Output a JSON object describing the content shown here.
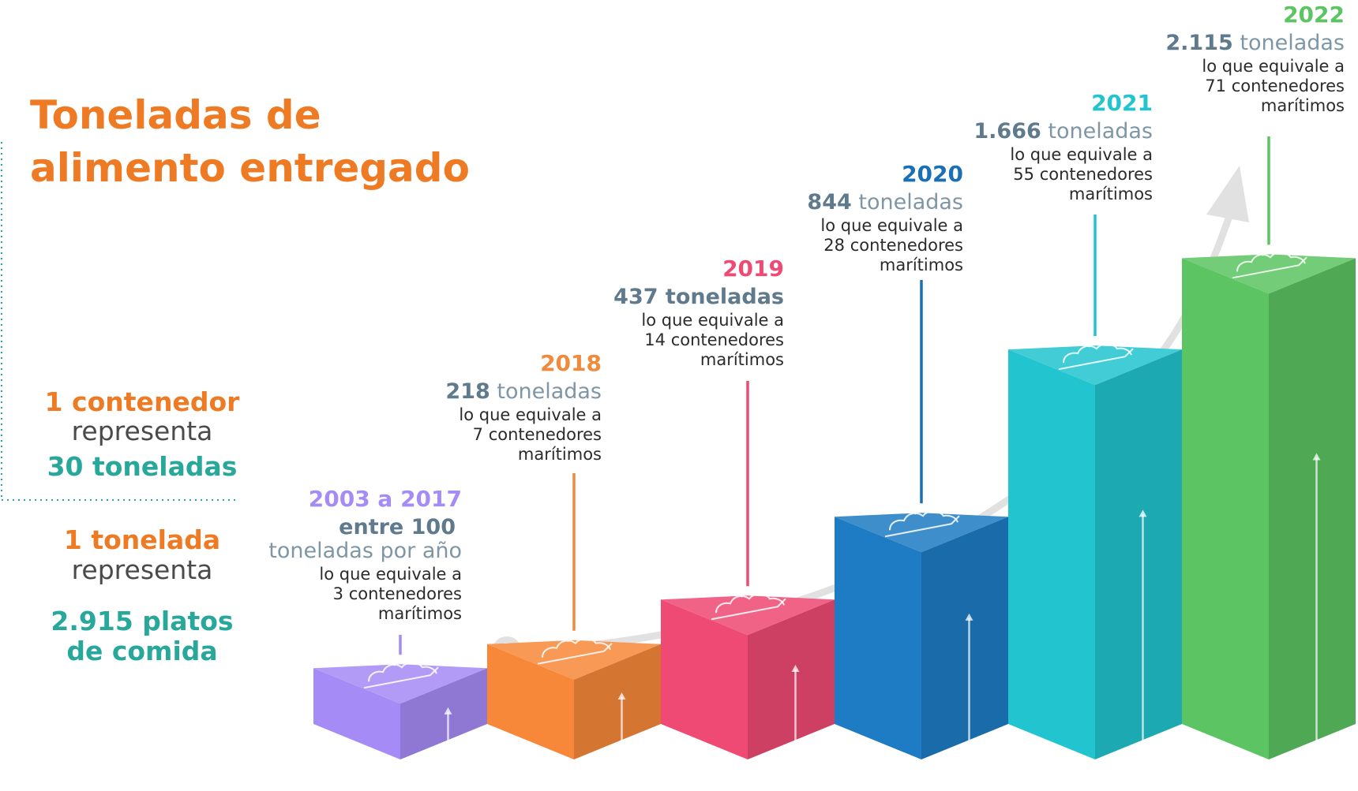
{
  "chart_data": {
    "type": "bar",
    "title": "Toneladas de alimento entregado",
    "categories": [
      "2003 a 2017",
      "2018",
      "2019",
      "2020",
      "2021",
      "2022"
    ],
    "values": [
      100,
      218,
      437,
      844,
      1666,
      2115
    ],
    "unit": "toneladas",
    "containers": [
      3,
      7,
      14,
      28,
      55,
      71
    ],
    "colors": [
      "#A58BF5",
      "#F7883A",
      "#EE4A74",
      "#1E7CC4",
      "#22C4CF",
      "#5CC462"
    ],
    "label_colors": [
      "#A58BF5",
      "#F08A3C",
      "#EE4A74",
      "#1A6FB5",
      "#22C4CF",
      "#5CC462"
    ],
    "labels": [
      {
        "year": "2003 a 2017",
        "tonnage_value": "entre 100",
        "tonnage_unit": "toneladas por año",
        "eq_lines": [
          "lo que equivale a",
          "3 contenedores",
          "marítimos"
        ]
      },
      {
        "year": "2018",
        "tonnage_value": "218",
        "tonnage_unit": "toneladas",
        "eq_lines": [
          "lo que equivale a",
          "7 contenedores",
          "marítimos"
        ]
      },
      {
        "year": "2019",
        "tonnage_value": "437 toneladas",
        "tonnage_unit": "",
        "eq_lines": [
          "lo que equivale a",
          "14 contenedores",
          "marítimos"
        ]
      },
      {
        "year": "2020",
        "tonnage_value": "844",
        "tonnage_unit": "toneladas",
        "eq_lines": [
          "lo que equivale a",
          "28 contenedores",
          "marítimos"
        ]
      },
      {
        "year": "2021",
        "tonnage_value": "1.666",
        "tonnage_unit": "toneladas",
        "eq_lines": [
          "lo que equivale a",
          "55 contenedores",
          "marítimos"
        ]
      },
      {
        "year": "2022",
        "tonnage_value": "2.115",
        "tonnage_unit": "toneladas",
        "eq_lines": [
          "lo que equivale a",
          "71 contenedores",
          "marítimos"
        ]
      }
    ]
  },
  "header": {
    "title_line1": "Toneladas de",
    "title_line2": "alimento entregado"
  },
  "legend": {
    "container_qty": "1 contenedor",
    "container_verb": "representa",
    "container_value": "30 toneladas",
    "ton_qty": "1 tonelada",
    "ton_verb": "representa",
    "ton_value_line1": "2.915 platos",
    "ton_value_line2": "de comida"
  }
}
